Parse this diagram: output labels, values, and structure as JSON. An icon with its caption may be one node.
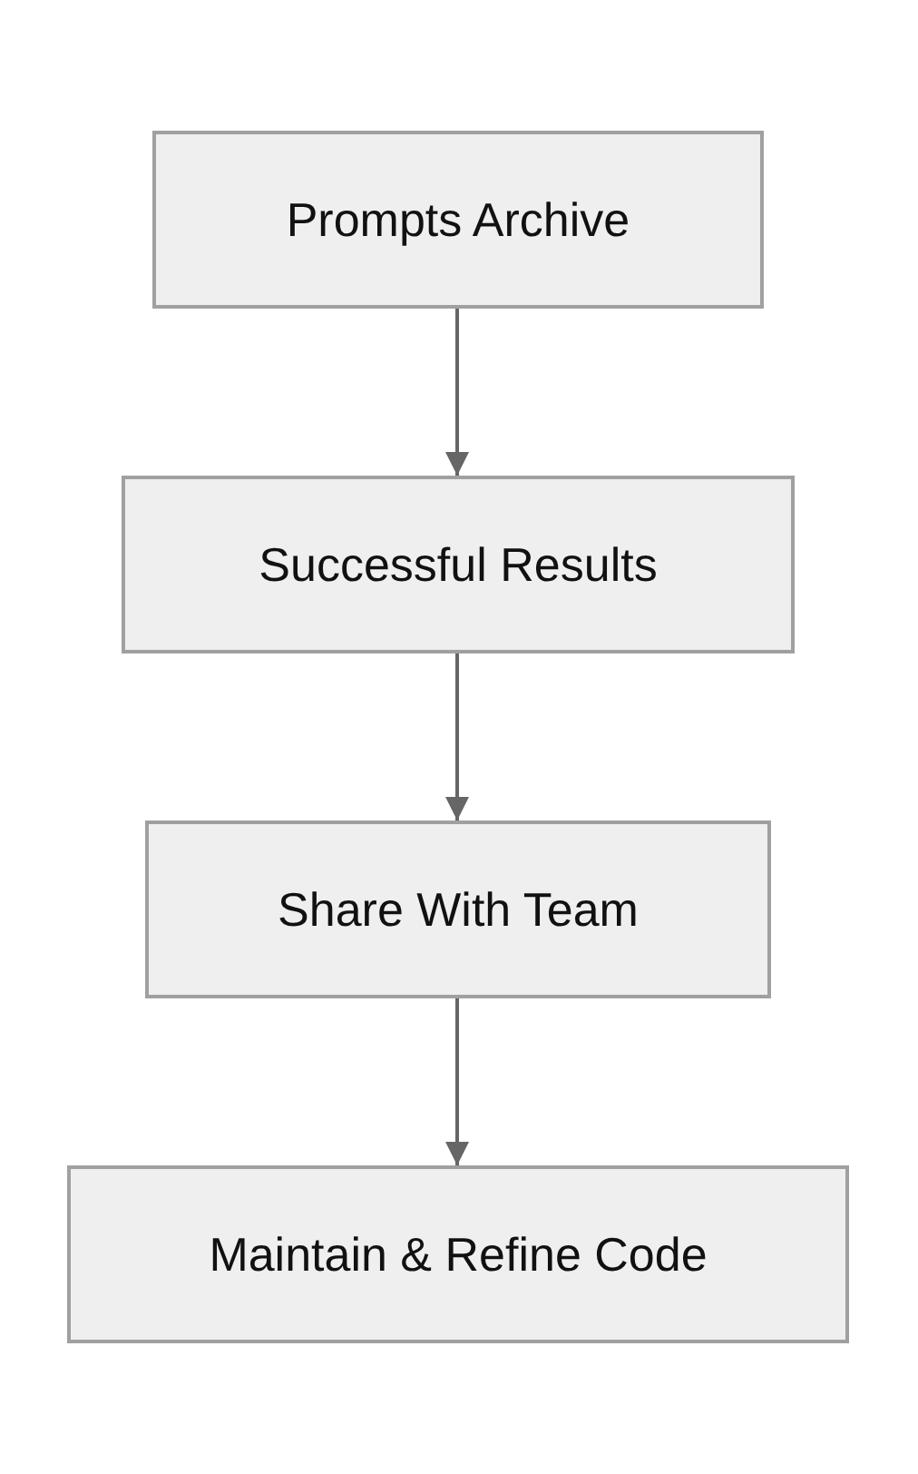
{
  "diagram": {
    "nodes": [
      {
        "text": [
          "Prompts Archive"
        ]
      },
      {
        "text": [
          "Successful Results"
        ]
      },
      {
        "text": [
          "Share With Team"
        ]
      },
      {
        "text": [
          "Maintain & Refine Code"
        ]
      }
    ],
    "edges": [
      {
        "from": 0,
        "to": 1,
        "arrow": "to"
      },
      {
        "from": 1,
        "to": 2,
        "arrow": "to"
      },
      {
        "from": 2,
        "to": 3,
        "arrow": "to"
      }
    ]
  }
}
